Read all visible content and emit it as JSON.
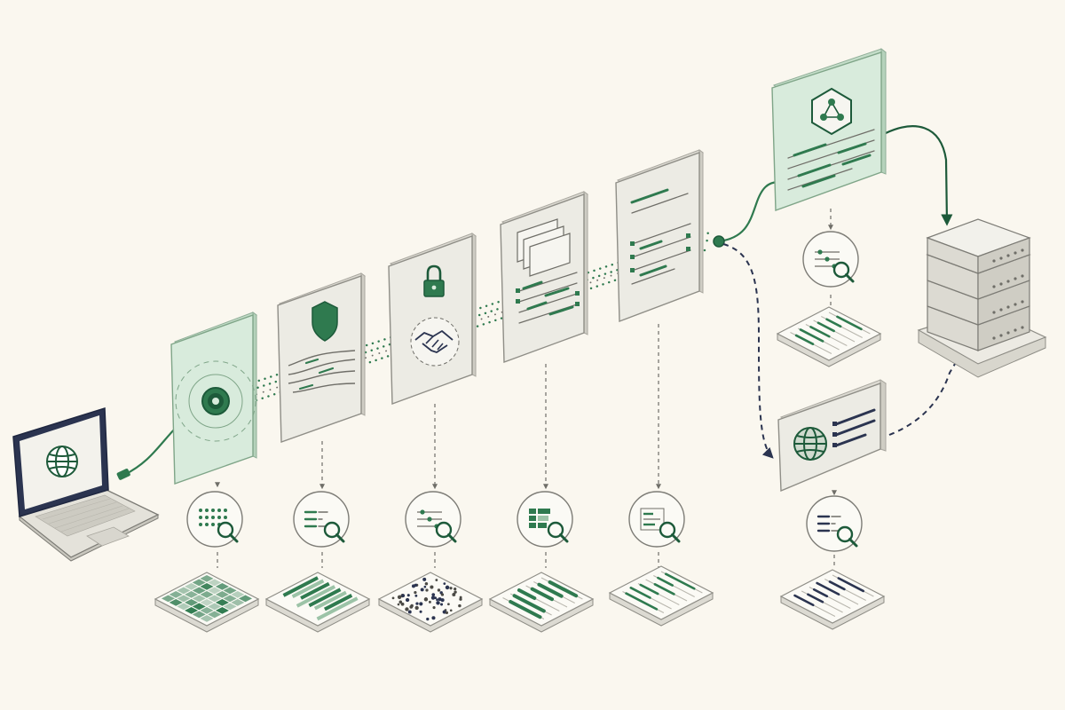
{
  "colors": {
    "background": "#faf7ef",
    "accent": "#2f7a4f",
    "accent_dark": "#1d5a3a",
    "accent_light": "#d8ebdc",
    "panel": "#ecebe4",
    "panel_edge": "#d2d0c6",
    "outline": "#8f8e87",
    "navy": "#2b3450"
  },
  "source": {
    "name": "laptop",
    "icon": "globe-icon"
  },
  "stages": [
    {
      "name": "capture",
      "icon": "target-icon",
      "highlight": true
    },
    {
      "name": "shield",
      "icon": "shield-icon",
      "highlight": false
    },
    {
      "name": "handshake",
      "icon": "lock-handshake-icon",
      "highlight": false
    },
    {
      "name": "windows",
      "icon": "stacked-windows-icon",
      "highlight": false
    },
    {
      "name": "document",
      "icon": "document-lines-icon",
      "highlight": false
    }
  ],
  "branches": [
    {
      "name": "graph-node",
      "icon": "hexagon-graph-icon",
      "highlight": true
    },
    {
      "name": "globe-card",
      "icon": "globe-icon",
      "highlight": false
    }
  ],
  "sink": {
    "name": "server",
    "icon": "server-stack-icon"
  },
  "inspect": {
    "icon": "magnifier-icon"
  }
}
